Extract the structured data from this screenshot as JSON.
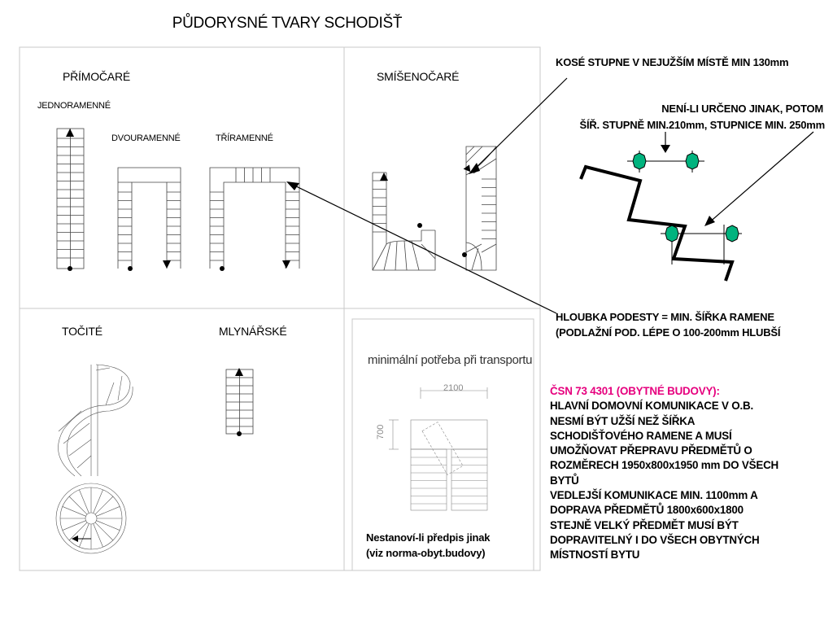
{
  "title": "PŮDORYSNÉ TVARY SCHODIŠŤ",
  "sections": {
    "primocare": "PŘÍMOČARÉ",
    "jednoramenne": "JEDNORAMENNÉ",
    "dvouramenne": "DVOURAMENNÉ",
    "triramenne": "TŘÍRAMENNÉ",
    "smisenocare": "SMÍŠENOČARÉ",
    "tocite": "TOČITÉ",
    "mlynarske": "MLYNÁŘSKÉ"
  },
  "notes": {
    "kose_stupne": "KOSÉ STUPNE V NEJUŽŠÍM MÍSTĚ MIN 130mm",
    "neni_li_line1": "NENÍ-LI URČENO JINAK, POTOM",
    "neni_li_line2": "ŠÍŘ. STUPNĚ MIN.210mm, STUPNICE MIN. 250mm",
    "hloubka_line1": "HLOUBKA PODESTY = MIN. ŠÍŘKA RAMENE",
    "hloubka_line2": "(PODLAŽNÍ POD. LÉPE O 100-200mm HLUBŠÍ"
  },
  "standard": {
    "title": "ČSN 73 4301 (OBYTNÉ BUDOVY):",
    "lines": [
      "HLAVNÍ DOMOVNÍ KOMUNIKACE V O.B.",
      "NESMÍ BÝT UŽŠÍ NEŽ ŠÍŘKA",
      "SCHODIŠŤOVÉHO RAMENE A MUSÍ",
      "UMOŽŇOVAT PŘEPRAVU PŘEDMĚTŮ O",
      "ROZMĚRECH 1950x800x1950 mm DO VŠECH",
      "BYTŮ",
      "VEDLEJŠÍ KOMUNIKACE MIN. 1100mm A",
      "DOPRAVA PŘEDMĚTŮ 1800x600x1800",
      "STEJNĚ VELKÝ PŘEDMĚT MUSÍ BÝT",
      "DOPRAVITELNÝ I DO VŠECH OBYTNÝCH",
      "MÍSTNOSTÍ BYTU"
    ]
  },
  "transport": {
    "title": "minimální potřeba při transportu",
    "dim_width": "2100",
    "dim_height": "700",
    "note_line1": "Nestanoví-li předpis jinak",
    "note_line2": "(viz norma-obyt.budovy)"
  },
  "colors": {
    "standard_title": "#e6007e",
    "node_fill": "#00b37e",
    "line": "#000000",
    "frame": "#c8c8c8"
  }
}
